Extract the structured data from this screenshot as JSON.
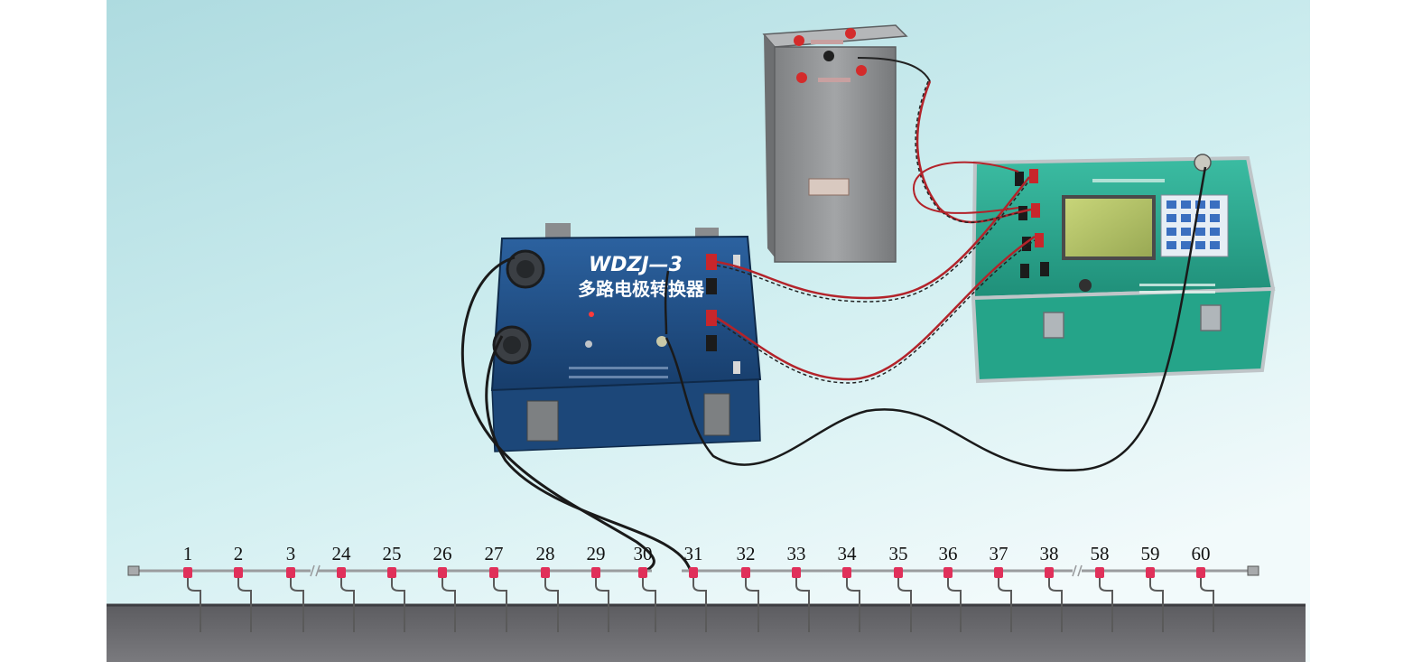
{
  "switcher": {
    "model": "WDZJ—3",
    "name": "多路电极转换器"
  },
  "electrode_numbers": [
    "1",
    "2",
    "3",
    "24",
    "25",
    "26",
    "27",
    "28",
    "29",
    "30",
    "31",
    "32",
    "33",
    "34",
    "35",
    "36",
    "37",
    "38",
    "58",
    "59",
    "60"
  ],
  "colors": {
    "sky_top": "#b9e2e6",
    "sky_bottom": "#e9f6f8",
    "ground": "#6e6e72",
    "switcher_body": "#1f4f86",
    "instrument_body": "#2aa88f",
    "battery_body": "#8d8f91",
    "red_wire": "#b3232a",
    "electrode_marker": "#e0305a"
  }
}
